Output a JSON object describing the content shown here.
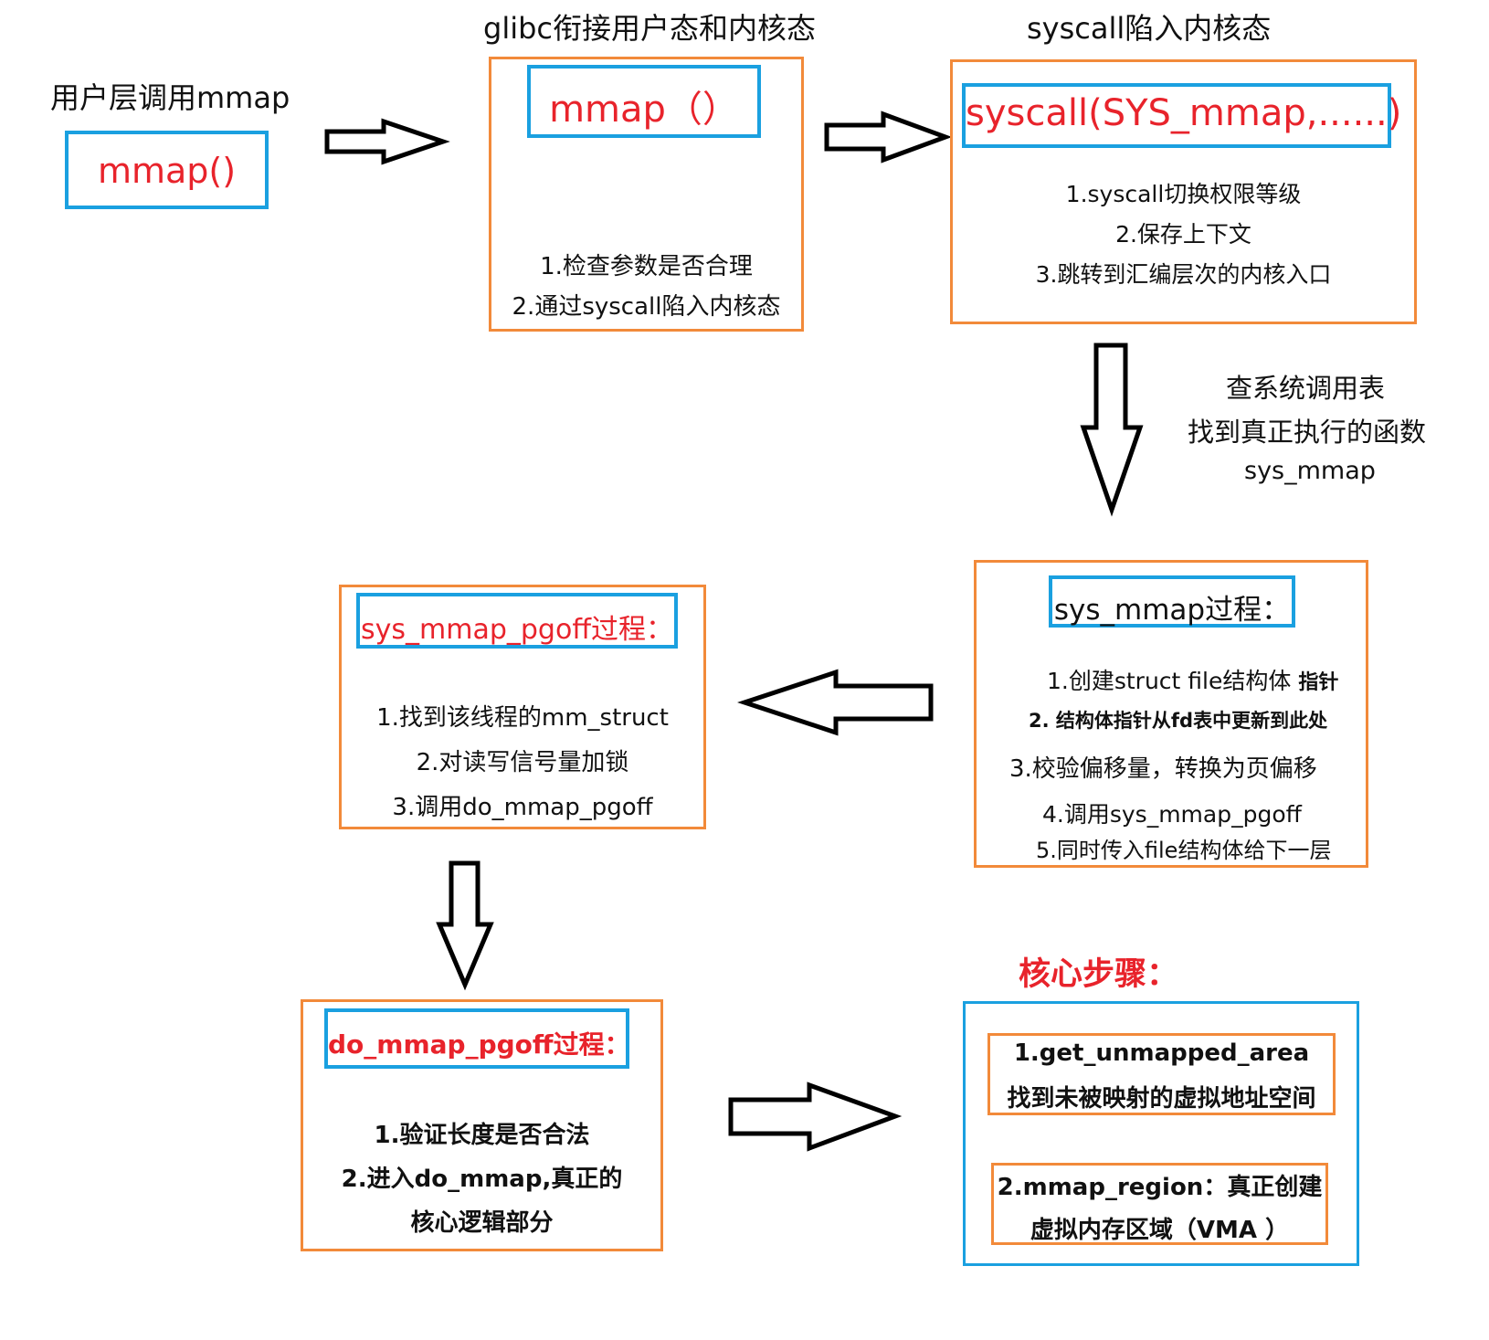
{
  "user_layer": {
    "caption": "用户层调用mmap",
    "title": "mmap()"
  },
  "glibc": {
    "caption": "glibc衔接用户态和内核态",
    "title": "mmap（）",
    "steps": [
      "1.检查参数是否合理",
      "2.通过syscall陷入内核态"
    ]
  },
  "syscall": {
    "caption": "syscall陷入内核态",
    "title": "syscall(SYS_mmap,......)",
    "steps": [
      "1.syscall切换权限等级",
      "2.保存上下文",
      "3.跳转到汇编层次的内核入口"
    ]
  },
  "lookup": {
    "lines": [
      "查系统调用表",
      "找到真正执行的函数",
      "sys_mmap"
    ]
  },
  "sys_mmap": {
    "title": "sys_mmap过程：",
    "step1_prefix": "1.创建struct file结构体 ",
    "step1_bold": "指针",
    "step2": "2. 结构体指针从fd表中更新到此处",
    "step3": "3.校验偏移量，转换为页偏移",
    "step4": "4.调用sys_mmap_pgoff",
    "step5": "5.同时传入file结构体给下一层"
  },
  "sys_mmap_pgoff": {
    "title": "sys_mmap_pgoff过程：",
    "steps": [
      "1.找到该线程的mm_struct",
      "2.对读写信号量加锁",
      "3.调用do_mmap_pgoff"
    ]
  },
  "do_mmap_pgoff": {
    "title": "do_mmap_pgoff过程：",
    "steps": [
      "1.验证长度是否合法",
      "2.进入do_mmap,真正的",
      "核心逻辑部分"
    ]
  },
  "core": {
    "heading": "核心步骤：",
    "step1_lines": [
      "1.get_unmapped_area",
      "找到未被映射的虚拟地址空间"
    ],
    "step2_lines": [
      "2.mmap_region：真正创建",
      "虚拟内存区域（VMA ）"
    ]
  },
  "colors": {
    "orange_border": "#f28a3a",
    "blue_border": "#1aa0e0",
    "red_text": "#e8232b"
  }
}
